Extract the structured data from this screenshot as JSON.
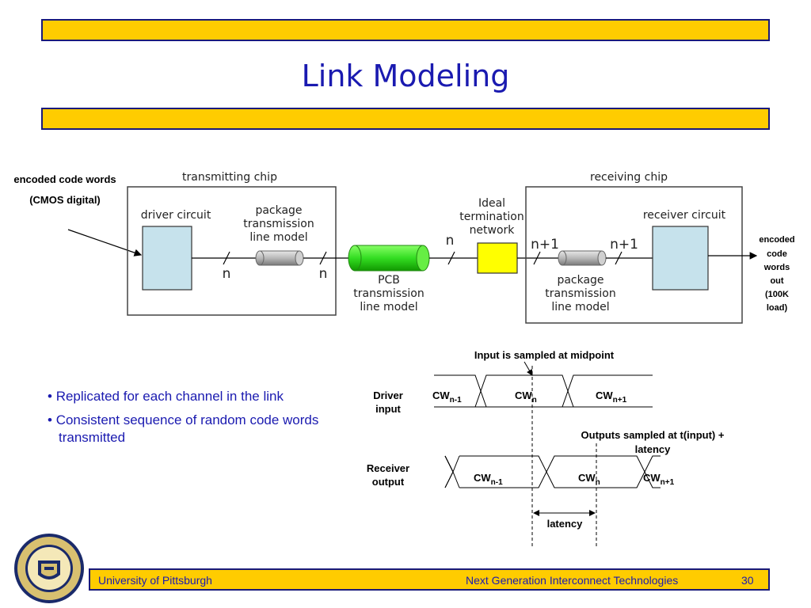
{
  "title": "Link Modeling",
  "diagram": {
    "input_label_line1": "encoded code words",
    "input_label_line2": "(CMOS digital)",
    "transmitting_chip": "transmitting chip",
    "receiving_chip": "receiving chip",
    "driver_circuit": "driver circuit",
    "tx_package_line1": "package",
    "tx_package_line2": "transmission",
    "tx_package_line3": "line model",
    "pcb_line1": "PCB",
    "pcb_line2": "transmission",
    "pcb_line3": "line model",
    "ideal_line1": "Ideal",
    "ideal_line2": "termination",
    "ideal_line3": "network",
    "rx_package_line1": "package",
    "rx_package_line2": "transmission",
    "rx_package_line3": "line model",
    "receiver_circuit": "receiver circuit",
    "bus_n1": "n",
    "bus_n2": "n",
    "bus_n3": "n",
    "bus_np1_a": "n+1",
    "bus_np1_b": "n+1",
    "output_line1": "encoded",
    "output_line2": "code",
    "output_line3": "words",
    "output_line4": "out",
    "output_line5": "(100K",
    "output_line6": "load)"
  },
  "timing": {
    "sample_note": "Input is sampled at midpoint",
    "driver_label_line1": "Driver",
    "driver_label_line2": "input",
    "receiver_label_line1": "Receiver",
    "receiver_label_line2": "output",
    "outputs_note_line1": "Outputs sampled at t(input) +",
    "outputs_note_line2": "latency",
    "cw": "CW",
    "sub_prev": "n-1",
    "sub_cur": "n",
    "sub_next": "n+1",
    "latency": "latency"
  },
  "bullets": [
    "Replicated for each channel in the link",
    "Consistent sequence of random code words transmitted"
  ],
  "footer": {
    "left": "University of Pittsburgh",
    "right": "Next Generation Interconnect Technologies",
    "page": "30"
  },
  "colors": {
    "bar": "#ffcc00",
    "title": "#1a1ab0",
    "circuit_box": "#c6e2ec",
    "pcb_cylinder": "#33dd22",
    "termination": "#ffff00"
  }
}
